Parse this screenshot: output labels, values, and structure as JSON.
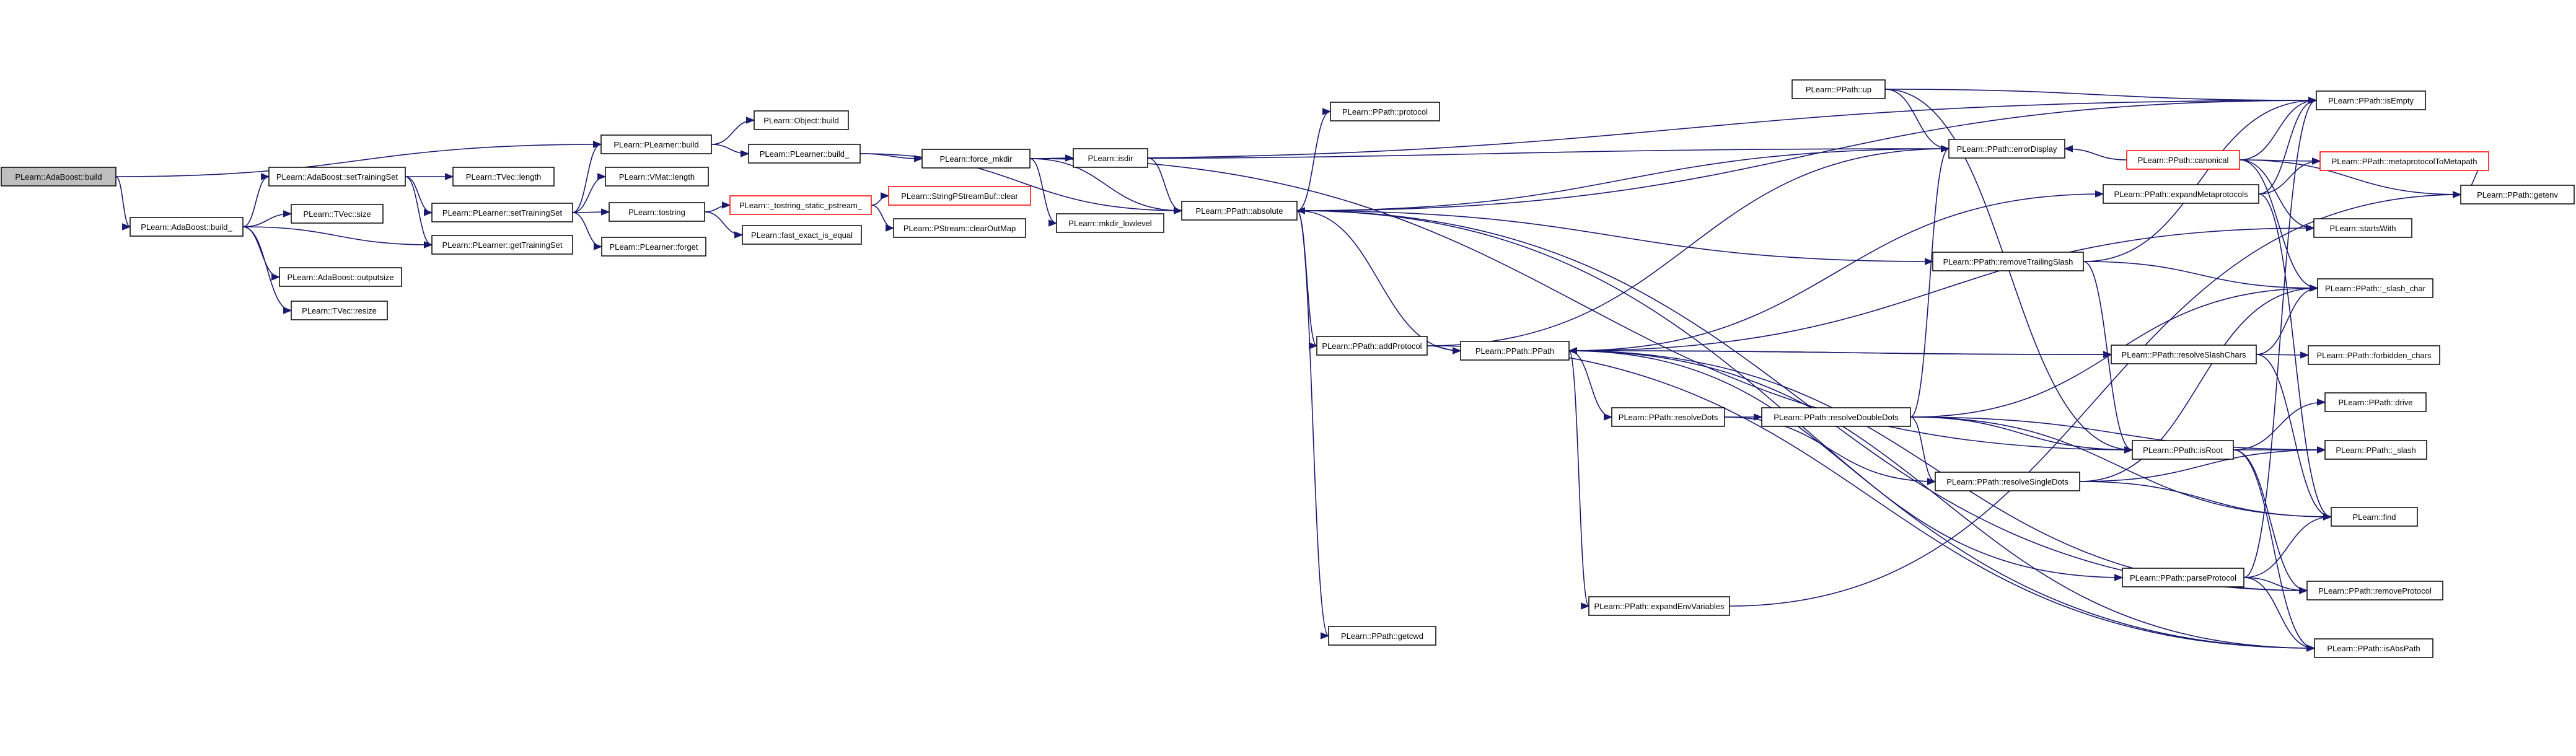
{
  "colors": {
    "edge": "#191970",
    "node_border": "#000000",
    "node_border_truncated": "#ff0000",
    "root_fill": "#bfbfbf",
    "node_fill": "#ffffff",
    "text": "#000000"
  },
  "nodes": [
    {
      "id": "root",
      "label": "PLearn::AdaBoost::build",
      "root": true
    },
    {
      "id": "ab_build_",
      "label": "PLearn::AdaBoost::build_"
    },
    {
      "id": "pl_build",
      "label": "PLearn::PLearner::build"
    },
    {
      "id": "obj_build",
      "label": "PLearn::Object::build"
    },
    {
      "id": "pl_build_",
      "label": "PLearn::PLearner::build_"
    },
    {
      "id": "ab_sts",
      "label": "PLearn::AdaBoost::setTrainingSet"
    },
    {
      "id": "tvec_length",
      "label": "PLearn::TVec::length"
    },
    {
      "id": "vmat_length",
      "label": "PLearn::VMat::length"
    },
    {
      "id": "tvec_size",
      "label": "PLearn::TVec::size"
    },
    {
      "id": "pl_sts",
      "label": "PLearn::PLearner::setTrainingSet"
    },
    {
      "id": "tostring",
      "label": "PLearn::tostring"
    },
    {
      "id": "tostring_sps",
      "label": "PLearn::_tostring_static_pstream_",
      "truncated": true
    },
    {
      "id": "spsb_clear",
      "label": "PLearn::StringPStreamBuf::clear",
      "truncated": true
    },
    {
      "id": "ps_clearoutmap",
      "label": "PLearn::PStream::clearOutMap"
    },
    {
      "id": "fast_exact",
      "label": "PLearn::fast_exact_is_equal"
    },
    {
      "id": "pl_gts",
      "label": "PLearn::PLearner::getTrainingSet"
    },
    {
      "id": "pl_forget",
      "label": "PLearn::PLearner::forget"
    },
    {
      "id": "ab_outputsize",
      "label": "PLearn::AdaBoost::outputsize"
    },
    {
      "id": "tvec_resize",
      "label": "PLearn::TVec::resize"
    },
    {
      "id": "force_mkdir",
      "label": "PLearn::force_mkdir"
    },
    {
      "id": "isdir",
      "label": "PLearn::isdir"
    },
    {
      "id": "mkdir_toplevel",
      "label": "PLearn::mkdir_lowlevel"
    },
    {
      "id": "pp_absolute",
      "label": "PLearn::PPath::absolute"
    },
    {
      "id": "pp_protocol",
      "label": "PLearn::PPath::protocol"
    },
    {
      "id": "pp_addprotocol",
      "label": "PLearn::PPath::addProtocol"
    },
    {
      "id": "pp_ppath",
      "label": "PLearn::PPath::PPath"
    },
    {
      "id": "pp_getcwd",
      "label": "PLearn::PPath::getcwd"
    },
    {
      "id": "pp_resolvedots",
      "label": "PLearn::PPath::resolveDots"
    },
    {
      "id": "pp_resolvedoubledots",
      "label": "PLearn::PPath::resolveDoubleDots"
    },
    {
      "id": "pp_resolvesingledots",
      "label": "PLearn::PPath::resolveSingleDots"
    },
    {
      "id": "pp_expandenv",
      "label": "PLearn::PPath::expandEnvVariables"
    },
    {
      "id": "pp_up",
      "label": "PLearn::PPath::up"
    },
    {
      "id": "pp_errordisplay",
      "label": "PLearn::PPath::errorDisplay"
    },
    {
      "id": "pp_canonical",
      "label": "PLearn::PPath::canonical",
      "truncated": true
    },
    {
      "id": "pp_expandmeta",
      "label": "PLearn::PPath::expandMetaprotocols"
    },
    {
      "id": "pp_removetrailing",
      "label": "PLearn::PPath::removeTrailingSlash"
    },
    {
      "id": "pp_resolveslash",
      "label": "PLearn::PPath::resolveSlashChars"
    },
    {
      "id": "pp_isroot",
      "label": "PLearn::PPath::isRoot"
    },
    {
      "id": "pp_parseprotocol",
      "label": "PLearn::PPath::parseProtocol"
    },
    {
      "id": "pp_isempty",
      "label": "PLearn::PPath::isEmpty"
    },
    {
      "id": "pp_metaproto",
      "label": "PLearn::PPath::metaprotocolToMetapath",
      "truncated": true
    },
    {
      "id": "pp_getenv",
      "label": "PLearn::PPath::getenv"
    },
    {
      "id": "startswith",
      "label": "PLearn::startsWith"
    },
    {
      "id": "pp_slashchar",
      "label": "PLearn::PPath::_slash_char"
    },
    {
      "id": "pp_forbidden",
      "label": "PLearn::PPath::forbidden_chars"
    },
    {
      "id": "pp_drive",
      "label": "PLearn::PPath::drive"
    },
    {
      "id": "pp_slash",
      "label": "PLearn::PPath::_slash"
    },
    {
      "id": "find",
      "label": "PLearn::find"
    },
    {
      "id": "pp_removeprotocol",
      "label": "PLearn::PPath::removeProtocol"
    },
    {
      "id": "pp_isabspath",
      "label": "PLearn::PPath::isAbsPath"
    }
  ]
}
